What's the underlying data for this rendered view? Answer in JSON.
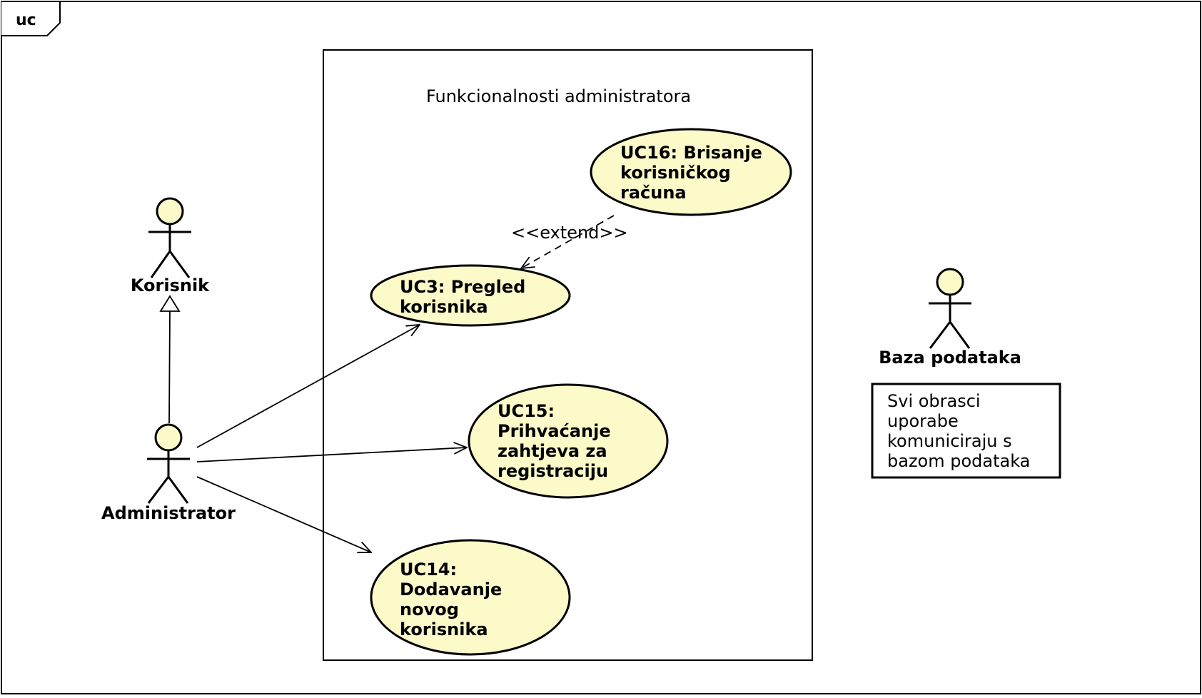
{
  "frame": {
    "label": "uc"
  },
  "system": {
    "title": "Funkcionalnosti administratora"
  },
  "actors": {
    "korisnik": {
      "name": "Korisnik"
    },
    "administrator": {
      "name": "Administrator"
    },
    "baza": {
      "name": "Baza podataka"
    }
  },
  "use_cases": {
    "uc16": {
      "lines": [
        "UC16: Brisanje",
        "korisničkog",
        "računa"
      ]
    },
    "uc3": {
      "lines": [
        "UC3: Pregled",
        "korisnika"
      ]
    },
    "uc15": {
      "lines": [
        "UC15:",
        "Prihvaćanje",
        "zahtjeva za",
        "registraciju"
      ]
    },
    "uc14": {
      "lines": [
        "UC14:",
        "Dodavanje",
        "novog",
        "korisnika"
      ]
    }
  },
  "relations": {
    "extend_label": "<<extend>>"
  },
  "note": {
    "lines": [
      "Svi obrasci",
      "uporabe",
      "komuniciraju s",
      "bazom podataka"
    ]
  },
  "colors": {
    "fill": "#fcfac8",
    "stroke": "#000000",
    "background": "#ffffff"
  }
}
